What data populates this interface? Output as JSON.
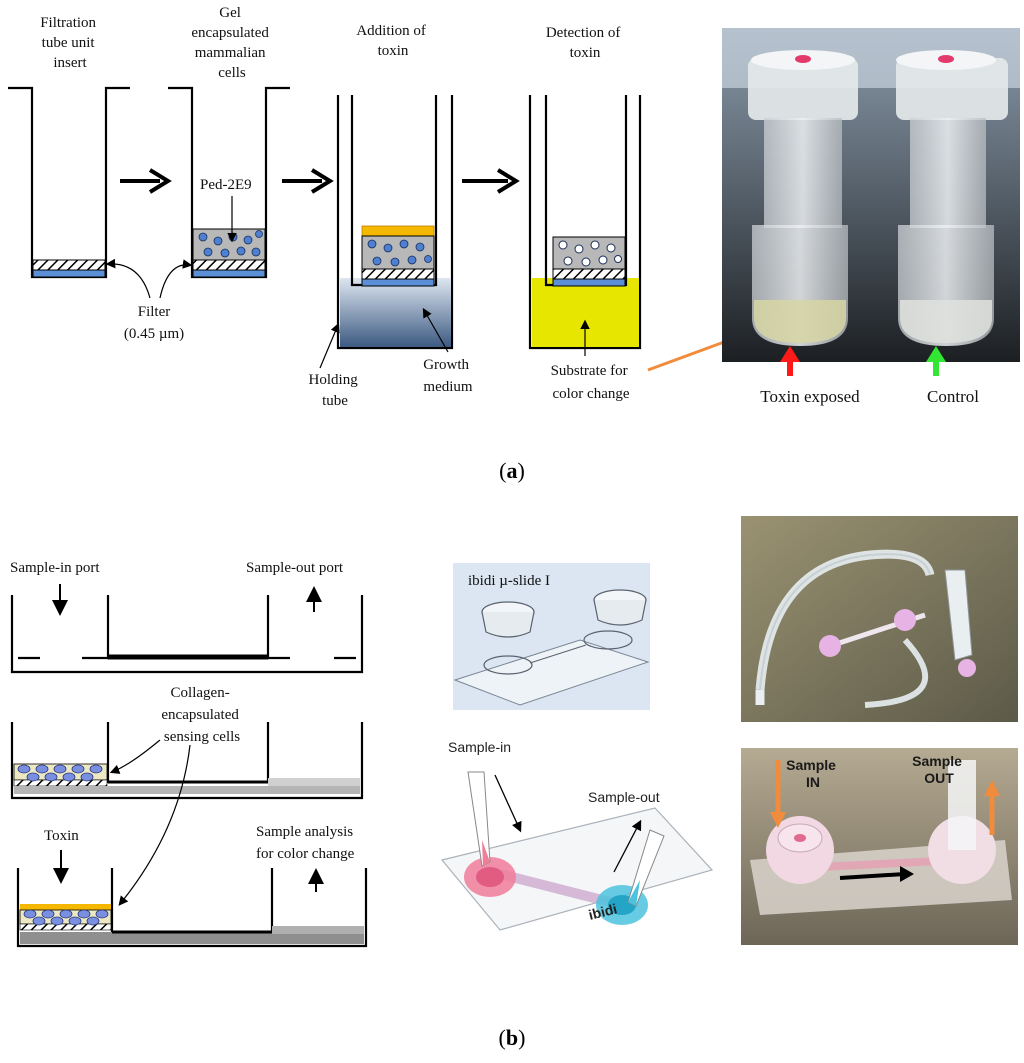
{
  "panel_a": {
    "label": "a",
    "steps": [
      "Filtration tube unit insert",
      "Gel encapsulated mammalian cells",
      "Addition of toxin",
      "Detection of toxin"
    ],
    "cell_label": "Ped-2E9",
    "filter_label": "Filter",
    "filter_size": "(0.45 µm)",
    "holding_tube": "Holding tube",
    "growth_medium": "Growth medium",
    "substrate": "Substrate for color change",
    "photo_labels": {
      "exposed": "Toxin exposed",
      "control": "Control"
    }
  },
  "panel_b": {
    "label": "b",
    "sample_in_port": "Sample-in port",
    "sample_out_port": "Sample-out port",
    "collagen": "Collagen-encapsulated sensing cells",
    "toxin": "Toxin",
    "sample_analysis": "Sample analysis for color change",
    "slide_name": "ibidi µ-slide I",
    "sample_in": "Sample-in",
    "sample_out": "Sample-out",
    "slide_brand": "ibidi",
    "photo_in": "Sample IN",
    "photo_out": "Sample OUT"
  },
  "colors": {
    "gel": "#b8b8b8",
    "cell": "#4f7fd0",
    "filter_blue": "#5b8fd6",
    "toxin": "#f5b800",
    "substrate": "#e6e600",
    "medium": "#46638a",
    "pink": "#f07c9a",
    "cyan": "#4cc3de",
    "red_arrow": "#ff1a1a",
    "green_arrow": "#33e633",
    "orange_arrow": "#f08c3c"
  }
}
